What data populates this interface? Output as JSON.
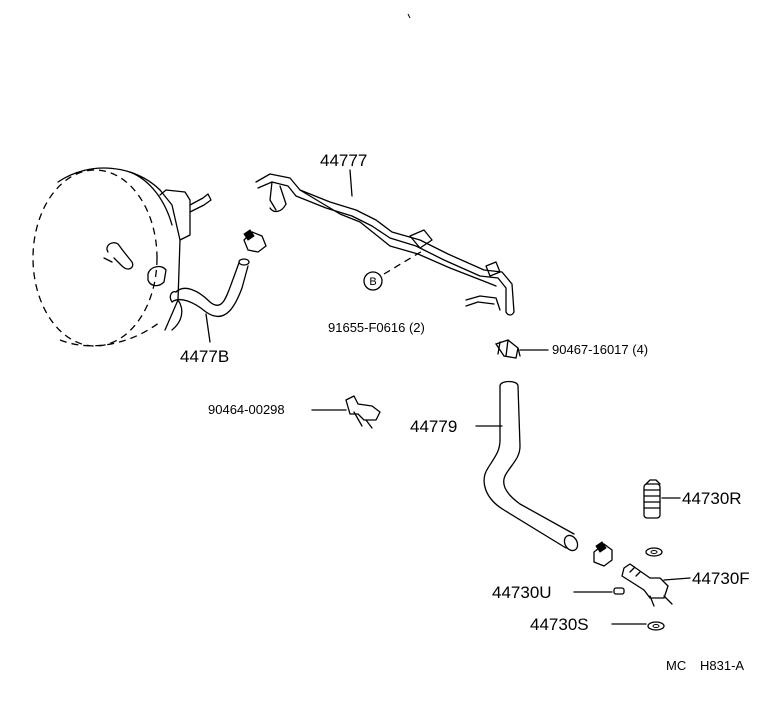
{
  "parts": {
    "p44777": "44777",
    "p44778": "4477B",
    "p91655": "91655-F0616 (2)",
    "ref_b": "B",
    "p90467": "90467-16017 (4)",
    "p90464": "90464-00298",
    "p44779": "44779",
    "p44730r": "44730R",
    "p44730f": "44730F",
    "p44730u": "44730U",
    "p44730s": "44730S"
  },
  "footer": {
    "code_left": "MC",
    "code_right": "H831-A"
  }
}
